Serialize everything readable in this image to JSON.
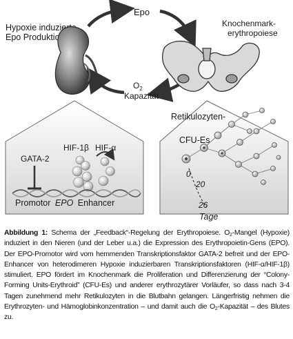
{
  "figure": {
    "labels": {
      "epo": "Epo",
      "hypoxia_line1": "Hypoxie induzierte",
      "hypoxia_line2": "Epo Produktion",
      "marrow_line1": "Knochenmark-",
      "marrow_line2": "erythropoiese",
      "o2": "O",
      "o2_sub": "2",
      "capacity": "Kapazität",
      "gata2": "GATA-2",
      "hif1b": "HIF-1β",
      "hifa": "HIF-α",
      "promotor": "Promotor",
      "epo_gene": "EPO",
      "enhancer": "Enhancer",
      "reticulocytes": "Retikulozyten",
      "cfu_es": "CFU-Es",
      "day0": "0",
      "day20": "20",
      "day26": "26",
      "days": "Tage"
    }
  },
  "caption": {
    "bold": "Abbildung 1:",
    "p1": " Schema der „Feedback“-Regelung der Erythropoiese. O",
    "sub1": "2",
    "p2": "-Mangel (Hypoxie) induziert in den Nieren (und der Leber u.a.) die Expression des Erythropoietin-Gens (EPO). Der EPO-Promotor wird vom hemmenden Transkriptionsfaktor GATA-2 befreit und der EPO-Enhancer von heterodimeren Hypoxie induzierbaren Transkriptionsfaktoren (HIF-α/HIF-1β) stimuliert. EPO fördert im Knochenmark die Proliferation und Differenzierung der “Colony-Forming Units-Erythroid” (CFU-Es) und anderer erythrozytärer Vorläufer, so dass nach 3-4 Tagen zunehmend mehr Retikulozyten in die Blutbahn gelangen. Längerfristig nehmen die Erythrozyten- und Hämoglobinkonzentration – und damit auch die O",
    "sub2": "2",
    "p3": "-Kapazität – des Blutes zu."
  }
}
